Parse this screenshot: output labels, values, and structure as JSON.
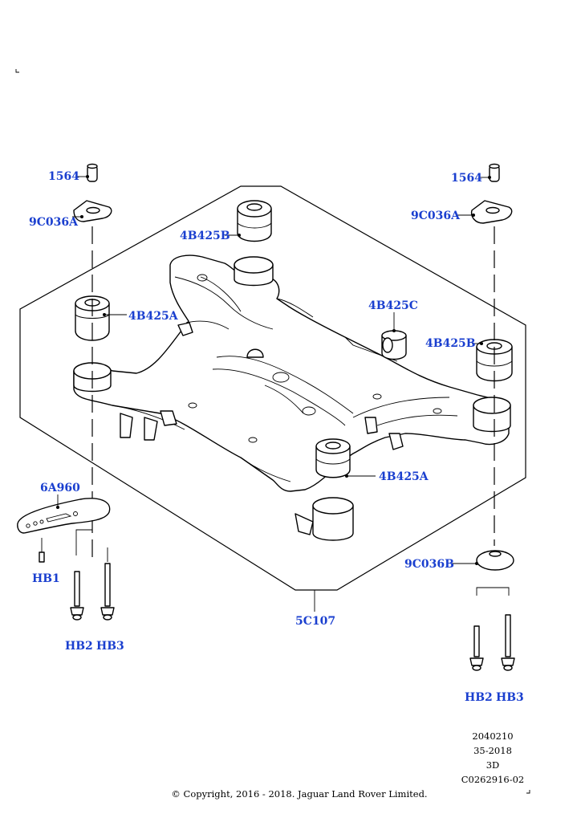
{
  "callouts": {
    "l_1564": "1564",
    "l_9c036a": "9C036A",
    "l_4b425a": "4B425A",
    "l_6a960": "6A960",
    "l_hb1": "HB1",
    "l_hb2": "HB2",
    "l_hb3": "HB3",
    "c_4b425b": "4B425B",
    "c_5c107": "5C107",
    "c_4b425c": "4B425C",
    "c_4b425a": "4B425A",
    "r_1564": "1564",
    "r_9c036a": "9C036A",
    "r_4b425b": "4B425B",
    "r_9c036b": "9C036B",
    "r_hb2": "HB2",
    "r_hb3": "HB3"
  },
  "meta": {
    "code": "2040210",
    "date": "35-2018",
    "view": "3D",
    "ref": "C0262916-02"
  },
  "copyright": "© Copyright, 2016 - 2018. Jaguar Land Rover Limited.",
  "colors": {
    "callout": "#1a3fcf",
    "ink": "#000000",
    "background": "#ffffff"
  }
}
